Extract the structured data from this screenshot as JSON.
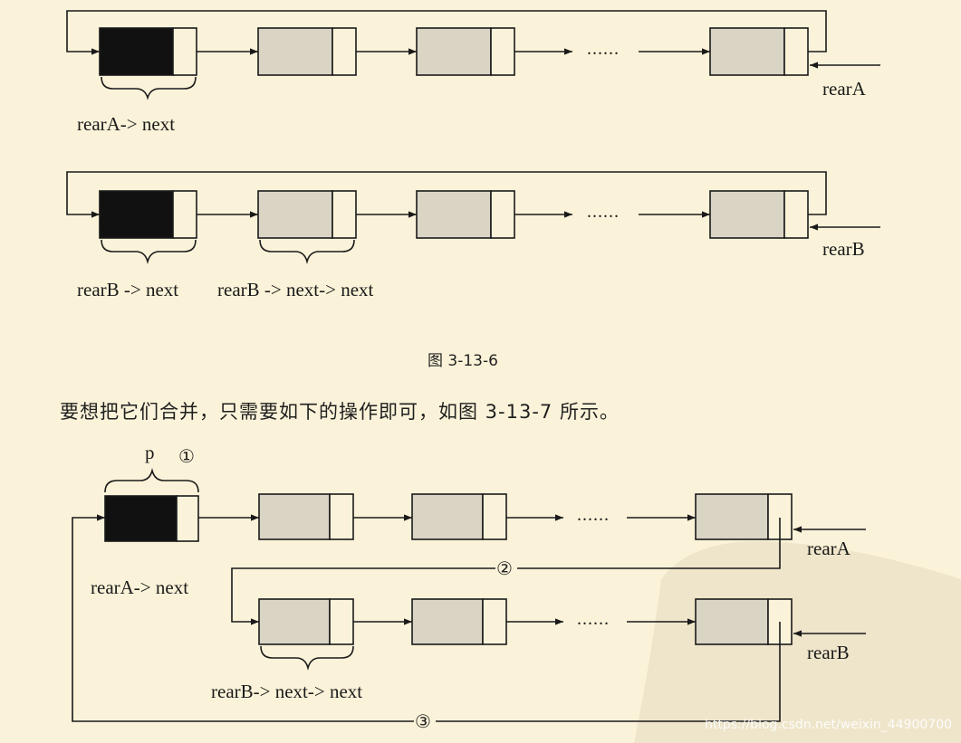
{
  "colors": {
    "background": "#fbf3d9",
    "head_node": "#111111",
    "data_node": "#d9d4c4",
    "line": "#1a1a1a",
    "seal": "#ece3c8"
  },
  "fig1": {
    "rear_label": "rearA",
    "brace_label_1": "rearA-> next",
    "ellipsis": "......"
  },
  "fig2": {
    "rear_label": "rearB",
    "brace_label_1": "rearB -> next",
    "brace_label_2": "rearB -> next-> next",
    "ellipsis": "......"
  },
  "caption": "图 3-13-6",
  "paragraph": "要想把它们合并，只需要如下的操作即可，如图 3-13-7 所示。",
  "fig3": {
    "p_label": "p",
    "step1": "①",
    "step2": "②",
    "step3": "③",
    "rearA_label": "rearA",
    "rearB_label": "rearB",
    "brace_label_a": "rearA-> next",
    "brace_label_b": "rearB-> next-> next",
    "ellipsis": "......"
  },
  "watermark": "https://blog.csdn.net/weixin_44900700"
}
